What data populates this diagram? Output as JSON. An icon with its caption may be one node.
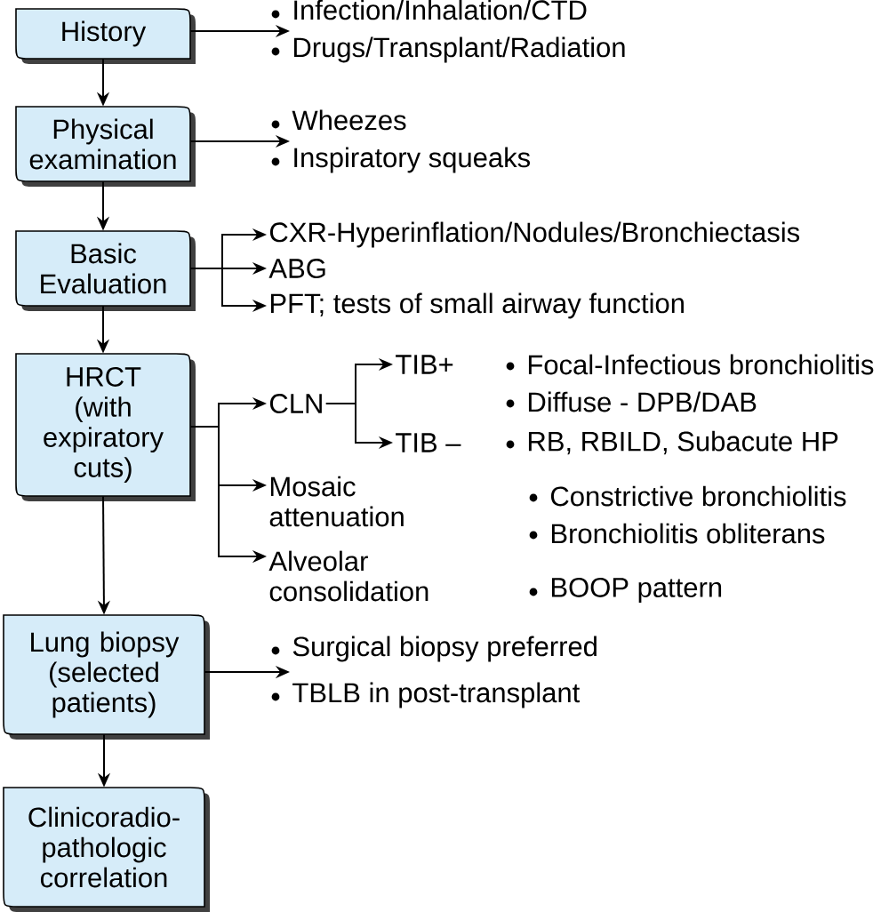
{
  "diagram": {
    "nodes": [
      {
        "text": [
          "History"
        ]
      },
      {
        "text": [
          "Physical examination"
        ]
      },
      {
        "text": [
          "Basic Evaluation"
        ]
      },
      {
        "text": [
          "HRCT (with expiratory cuts)"
        ]
      },
      {
        "text": [
          "Lung biopsy (selected patients)"
        ]
      },
      {
        "text": [
          "Clinicoradio-pathologic correlation"
        ]
      },
      {
        "text": [
          "Infection/Inhalation/CTD",
          "Drugs/Transplant/Radiation"
        ]
      },
      {
        "text": [
          "Wheezes",
          "Inspiratory squeaks"
        ]
      },
      {
        "text": [
          "CXR-Hyperinflation/Nodules/Bronchiectasis"
        ]
      },
      {
        "text": [
          "ABG"
        ]
      },
      {
        "text": [
          "PFT; tests of small airway function"
        ]
      },
      {
        "text": [
          "CLN"
        ]
      },
      {
        "text": [
          "Mosaic attenuation"
        ]
      },
      {
        "text": [
          "Alveolar consolidation"
        ]
      },
      {
        "text": [
          "TIB+"
        ]
      },
      {
        "text": [
          "TIB –"
        ]
      },
      {
        "text": [
          "Surgical biopsy preferred",
          "TBLB in post-transplant"
        ]
      }
    ],
    "edges": [
      {
        "from": 0,
        "to": 1,
        "arrow": "to"
      },
      {
        "from": 1,
        "to": 2,
        "arrow": "to"
      },
      {
        "from": 2,
        "to": 3,
        "arrow": "to"
      },
      {
        "from": 3,
        "to": 4,
        "arrow": "to"
      },
      {
        "from": 4,
        "to": 5,
        "arrow": "to"
      },
      {
        "from": 0,
        "to": 6,
        "arrow": "to"
      },
      {
        "from": 1,
        "to": 7,
        "arrow": "to"
      },
      {
        "from": 2,
        "to": 8,
        "arrow": "to"
      },
      {
        "from": 2,
        "to": 9,
        "arrow": "to"
      },
      {
        "from": 2,
        "to": 10,
        "arrow": "to"
      },
      {
        "from": 3,
        "to": 11,
        "arrow": "to"
      },
      {
        "from": 3,
        "to": 12,
        "arrow": "to"
      },
      {
        "from": 3,
        "to": 13,
        "arrow": "to"
      },
      {
        "from": 11,
        "to": 14,
        "arrow": "to"
      },
      {
        "from": 11,
        "to": 15,
        "arrow": "to"
      },
      {
        "from": 4,
        "to": 16,
        "arrow": "to"
      }
    ],
    "labels": [
      "Focal-Infectious bronchiolitis",
      "Diffuse - DPB/DAB",
      "RB, RBILD, Subacute HP",
      "Constrictive bronchiolitis",
      "Bronchiolitis obliterans",
      "BOOP pattern"
    ]
  }
}
